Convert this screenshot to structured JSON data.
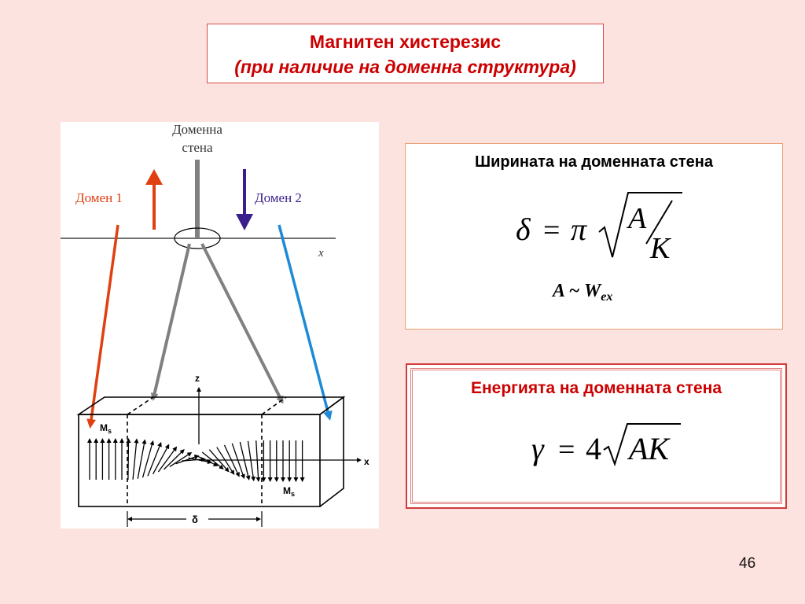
{
  "slide": {
    "title": "Магнитен хистерезис",
    "subtitle": "(при наличие на доменна структура)",
    "page_number": "46"
  },
  "diagram": {
    "wall_label_line1": "Доменна",
    "wall_label_line2": "стена",
    "domain1_label": "Домен 1",
    "domain2_label": "Домен 2",
    "x_label_top": "x",
    "z_axis": "z",
    "x_axis": "x",
    "ms_label": "M",
    "ms_sub": "s",
    "delta_label": "δ",
    "colors": {
      "domain1": "#e04010",
      "domain2": "#3a1e8c",
      "right_arrow": "#1e8ad6",
      "wall": "#808080"
    }
  },
  "box_width": {
    "title": "Ширината на доменната стена",
    "formula_delta": "δ",
    "formula_eq": "=",
    "formula_pi": "π",
    "formula_A": "A",
    "formula_K": "K",
    "relation_A": "A ~ W",
    "relation_sub": "ex"
  },
  "box_energy": {
    "title": "Енергията на доменната стена",
    "formula_gamma": "γ",
    "formula_eq": "=",
    "formula_4": "4",
    "formula_AK": "AK"
  }
}
